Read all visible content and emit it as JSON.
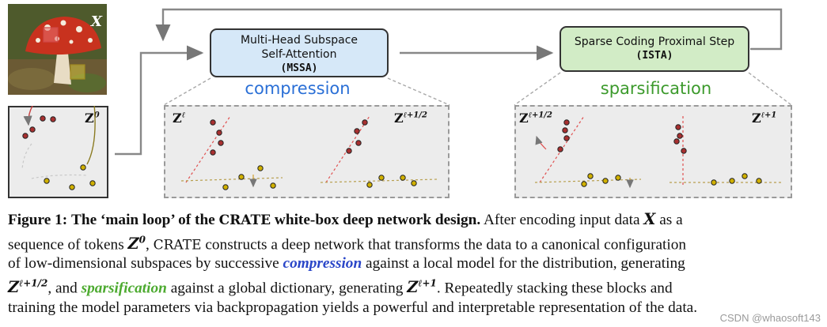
{
  "figure": {
    "mssa_box": {
      "line1": "Multi-Head Subspace",
      "line2": "Self-Attention",
      "code": "(MSSA)"
    },
    "ista_box": {
      "line1": "Sparse Coding Proximal Step",
      "code": "(ISTA)"
    },
    "compression_label": "compression",
    "sparsification_label": "sparsification",
    "input_label": "X",
    "z0": {
      "base": "Z",
      "sup": "0"
    },
    "panel_compression": {
      "left": {
        "base": "Z",
        "sup": "ℓ"
      },
      "right": {
        "base": "Z",
        "sup": "ℓ+1/2"
      }
    },
    "panel_sparsification": {
      "left": {
        "base": "Z",
        "sup": "ℓ+1/2"
      },
      "right": {
        "base": "Z",
        "sup": "ℓ+1"
      }
    },
    "colors": {
      "mssa_fill": "#d6e8f8",
      "ista_fill": "#d2ecc6",
      "compression_text": "#2a6fd6",
      "sparsification_text": "#3c9a2c",
      "subspace_line_red": "#e05050",
      "subspace_line_olive": "#b8a050"
    }
  },
  "caption": {
    "figure_label": "Figure 1:",
    "title_a": "The ‘main loop’ of the",
    "title_crate": "CRATE",
    "title_b": "white-box deep network design.",
    "l1_text": "After encoding input data",
    "l1_x": "X",
    "l1_end": "as a",
    "l2_a": "sequence of tokens",
    "l2_z": "Z",
    "l2_z_sup": "0",
    "l2_comma": ",",
    "l2_crate": "CRATE",
    "l2_b": "constructs a deep network that transforms the data to a canonical configuration",
    "l3_a": "of low-dimensional subspaces by successive",
    "l3_comp": "compression",
    "l3_b": "against a local model for the distribution, generating",
    "l4_z": "Z",
    "l4_z_sup": "ℓ+1/2",
    "l4_a": ", and",
    "l4_spar": "sparsification",
    "l4_b": "against a global dictionary, generating",
    "l4_z2": "Z",
    "l4_z2_sup": "ℓ+1",
    "l4_c": ". Repeatedly stacking these blocks and",
    "l5": "training the model parameters via backpropagation yields a powerful and interpretable representation of the data."
  },
  "watermark": "CSDN @whaosoft143"
}
